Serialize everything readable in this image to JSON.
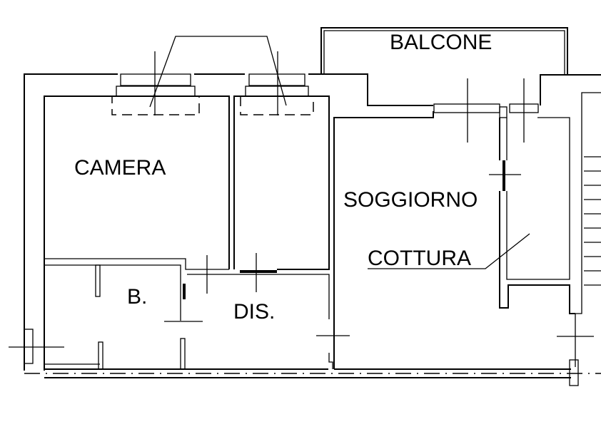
{
  "plan": {
    "rooms": {
      "balcone": "BALCONE",
      "camera": "CAMERA",
      "soggiorno": "SOGGIORNO",
      "cottura": "COTTURA",
      "bagno": "B.",
      "disimpegno": "DIS."
    },
    "colors": {
      "line": "#000000",
      "background": "#ffffff"
    }
  }
}
